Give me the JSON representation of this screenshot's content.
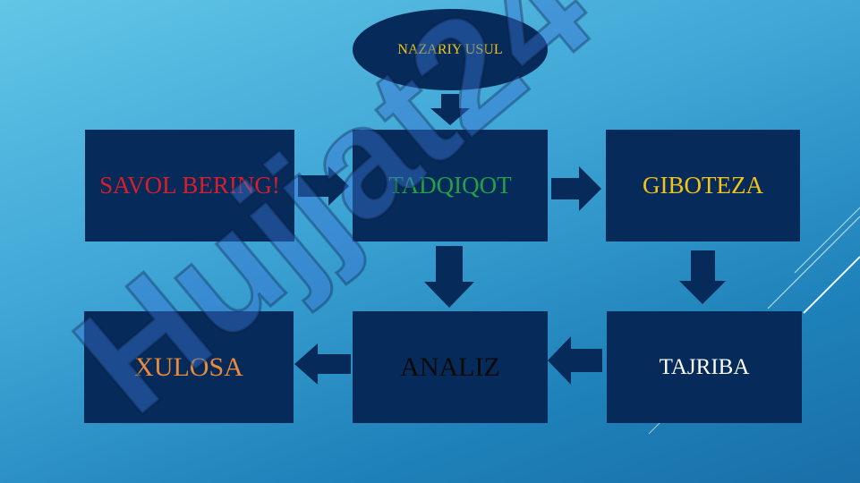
{
  "colors": {
    "box_fill": "#062a5a",
    "arrow_fill": "#062a5a",
    "red": "#d81e2a",
    "green": "#23a04a",
    "yellow": "#f2c417",
    "orange": "#e98a3c",
    "black": "#0a0a0a",
    "white": "#ffffff"
  },
  "diagram": {
    "top_node": {
      "label": "NAZARIY USUL",
      "color": "#f2c417"
    },
    "nodes": [
      {
        "id": "savol",
        "label": "SAVOL BERING!",
        "color": "#d81e2a"
      },
      {
        "id": "tadqiqot",
        "label": "TADQIQOT",
        "color": "#23a04a"
      },
      {
        "id": "giboteza",
        "label": "GIBOTEZA",
        "color": "#f2c417"
      },
      {
        "id": "tajriba",
        "label": "TAJRIBA",
        "color": "#ffffff"
      },
      {
        "id": "analiz",
        "label": "ANALIZ",
        "color": "#0a0a0a"
      },
      {
        "id": "xulosa",
        "label": "XULOSA",
        "color": "#e98a3c"
      }
    ],
    "edges": [
      {
        "from": "nazariy",
        "to": "tadqiqot"
      },
      {
        "from": "savol",
        "to": "tadqiqot"
      },
      {
        "from": "tadqiqot",
        "to": "giboteza"
      },
      {
        "from": "tadqiqot",
        "to": "analiz"
      },
      {
        "from": "giboteza",
        "to": "tajriba"
      },
      {
        "from": "tajriba",
        "to": "analiz"
      },
      {
        "from": "analiz",
        "to": "xulosa"
      }
    ]
  },
  "watermark": {
    "text": "Hujjat24"
  }
}
